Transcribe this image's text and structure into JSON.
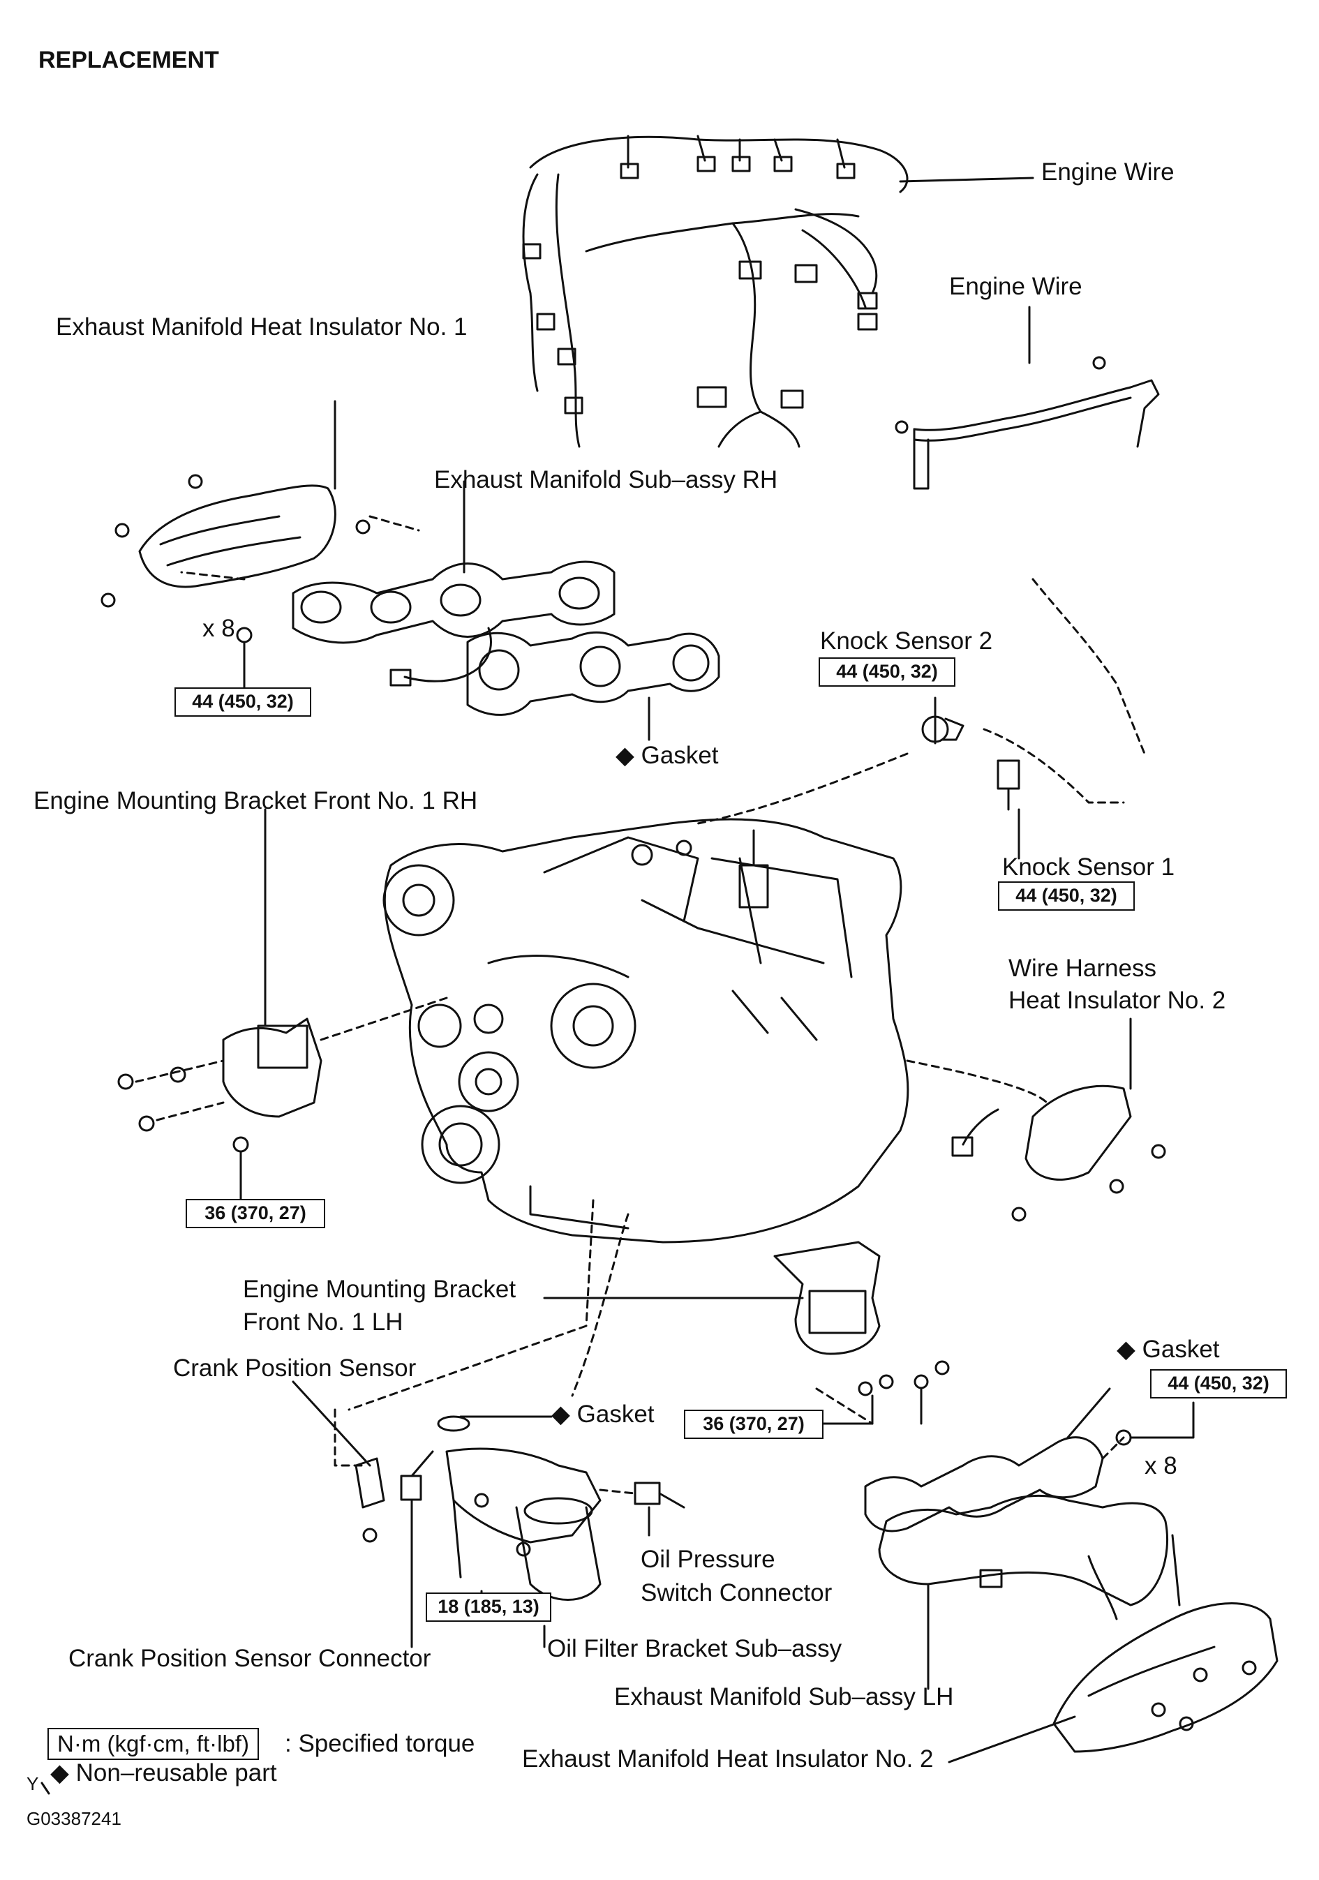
{
  "header": {
    "title": "REPLACEMENT"
  },
  "labels": {
    "engine_wire_1": "Engine Wire",
    "engine_wire_2": "Engine Wire",
    "exhaust_heat_insulator_1": "Exhaust Manifold Heat Insulator No. 1",
    "exhaust_manifold_rh": "Exhaust Manifold Sub–assy RH",
    "x8_rh": "x 8",
    "gasket_rh": "◆ Gasket",
    "knock_sensor_2": "Knock Sensor 2",
    "knock_sensor_1": "Knock Sensor 1",
    "mount_bracket_rh": "Engine Mounting Bracket Front No. 1 RH",
    "wire_harness_heat_insulator_line1": "Wire Harness",
    "wire_harness_heat_insulator_line2": "Heat Insulator No. 2",
    "mount_bracket_lh_line1": "Engine Mounting Bracket",
    "mount_bracket_lh_line2": "Front No. 1 LH",
    "crank_position_sensor": "Crank Position Sensor",
    "gasket_oil": "◆ Gasket",
    "gasket_lh": "◆ Gasket",
    "x8_lh": "x 8",
    "oil_pressure_line1": "Oil Pressure",
    "oil_pressure_line2": "Switch Connector",
    "crank_position_sensor_connector": "Crank Position Sensor Connector",
    "oil_filter_bracket": "Oil Filter Bracket Sub–assy",
    "exhaust_manifold_lh": "Exhaust Manifold Sub–assy LH",
    "exhaust_heat_insulator_2": "Exhaust Manifold Heat Insulator No. 2"
  },
  "torques": {
    "exhaust_rh": "44 (450, 32)",
    "knock_sensor_2": "44 (450, 32)",
    "knock_sensor_1": "44 (450, 32)",
    "mount_rh": "36 (370, 27)",
    "mount_lh": "36 (370, 27)",
    "exhaust_lh": "44 (450, 32)",
    "oil_filter": "18 (185, 13)"
  },
  "legend": {
    "torque_unit": "N·m (kgf·cm, ft·lbf)",
    "torque_desc": ": Specified torque",
    "non_reusable": "◆ Non–reusable part",
    "y_mark": "Y"
  },
  "footer": {
    "figure_id": "G03387241"
  }
}
